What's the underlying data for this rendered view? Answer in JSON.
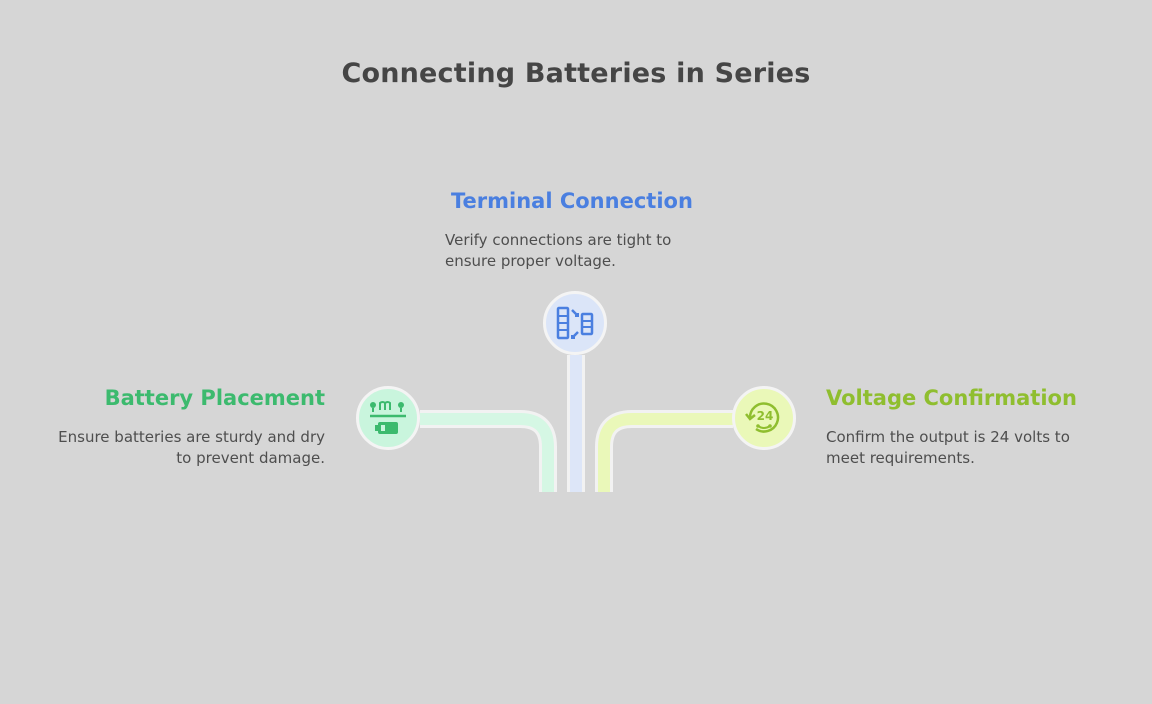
{
  "title": "Connecting Batteries in Series",
  "steps": [
    {
      "heading": "Battery Placement",
      "description": "Ensure batteries are sturdy and dry to prevent damage.",
      "icon": "battery-placement-icon",
      "color": "#3cba6e"
    },
    {
      "heading": "Terminal Connection",
      "description": "Verify connections are tight to ensure proper voltage.",
      "icon": "terminal-connection-icon",
      "color": "#4a7fe0"
    },
    {
      "heading": "Voltage Confirmation",
      "description": "Confirm the output is 24 volts to meet requirements.",
      "icon": "voltage-24-icon",
      "icon_text": "24",
      "color": "#8fbe2f"
    }
  ]
}
